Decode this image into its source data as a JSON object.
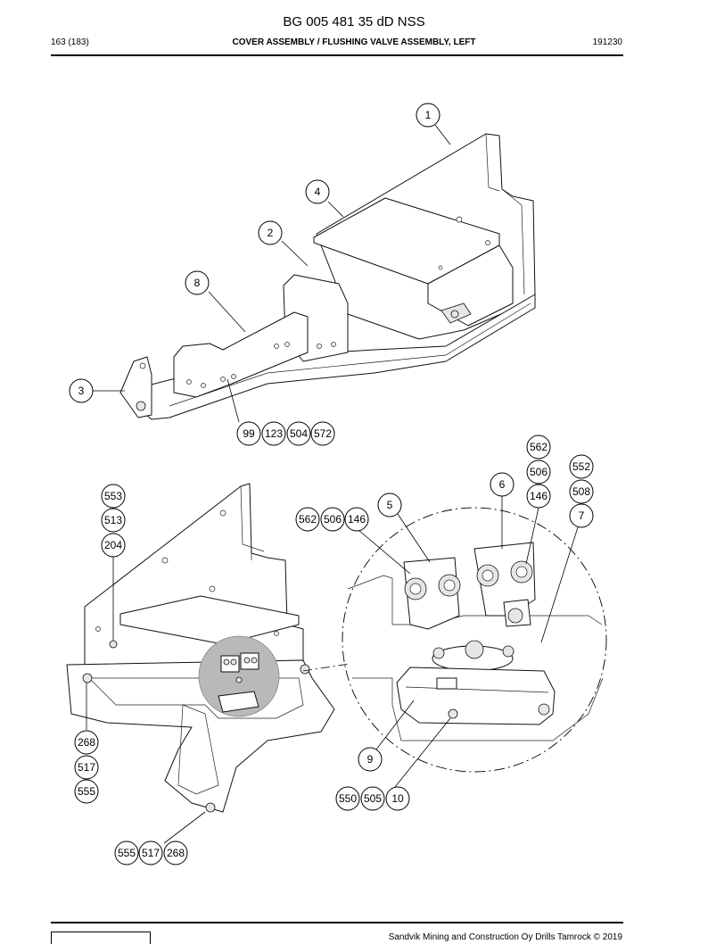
{
  "header": {
    "document_number": "BG 005 481 35 dD NSS",
    "page": "163 (183)",
    "section_title": "COVER ASSEMBLY / FLUSHING VALVE ASSEMBLY, LEFT",
    "date_code": "191230"
  },
  "footer": {
    "copyright": "Sandvik Mining and Construction Oy Drills Tamrock © 2019"
  },
  "callouts": {
    "c1": "1",
    "c2": "2",
    "c3": "3",
    "c4": "4",
    "c5": "5",
    "c6": "6",
    "c7": "7",
    "c8": "8",
    "c9": "9",
    "c10": "10",
    "c99": "99",
    "c123": "123",
    "c504": "504",
    "c572": "572",
    "c562a": "562",
    "c506a": "506",
    "c146a": "146",
    "c552": "552",
    "c508": "508",
    "c553": "553",
    "c513": "513",
    "c204": "204",
    "c562b": "562",
    "c506b": "506",
    "c146b": "146",
    "c268a": "268",
    "c517a": "517",
    "c555a": "555",
    "c555b": "555",
    "c517b": "517",
    "c268b": "268",
    "c550": "550",
    "c505": "505"
  }
}
